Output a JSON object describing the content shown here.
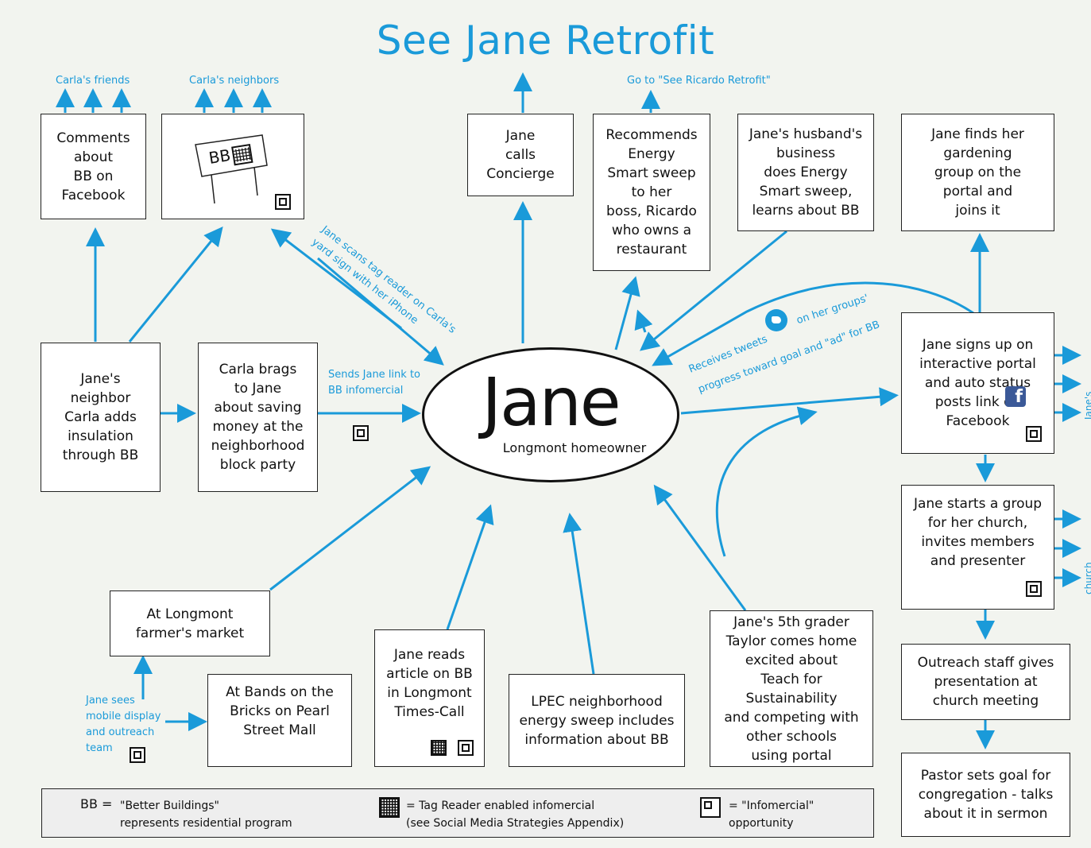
{
  "title": "See Jane Retrofit",
  "center": {
    "name": "Jane",
    "subtitle": "Longmont homeowner"
  },
  "boxes": {
    "comments_facebook": "Comments\nabout\nBB on\nFacebook",
    "jane_calls": "Jane\ncalls\nConcierge",
    "recommends": "Recommends\nEnergy\nSmart sweep\nto her\nboss, Ricardo\nwho owns a\nrestaurant",
    "husband": "Jane's husband's\nbusiness\ndoes Energy\nSmart sweep,\nlearns about BB",
    "gardening": "Jane finds her\ngardening\ngroup on the\nportal and\njoins it",
    "carla_adds": "Jane's\nneighbor\nCarla adds\ninsulation\nthrough BB",
    "carla_brags": "Carla brags\nto Jane\nabout saving\nmoney at the\nneighborhood\nblock party",
    "signs_up": "Jane signs up on\ninteractive portal\nand auto status\nposts link on \nFacebook",
    "church_group": "Jane starts a group\nfor her church,\ninvites members\nand presenter",
    "outreach_staff": "Outreach staff gives\npresentation at\nchurch meeting",
    "pastor": "Pastor sets goal for\ncongregation - talks\nabout it in sermon",
    "farmers_market": "At Longmont\nfarmer's market",
    "bands_bricks": "At Bands on the\nBricks on Pearl\nStreet Mall",
    "reads_article": "Jane reads\narticle on BB\nin Longmont\nTimes-Call",
    "lpec": "LPEC neighborhood\nenergy sweep includes\ninformation about BB",
    "fifth_grader": "Jane's 5th grader\nTaylor comes home\nexcited about\nTeach for Sustainability\nand competing with\nother schools\nusing portal",
    "yard_sign_text": "BB"
  },
  "labels": {
    "carlas_friends": "Carla's friends",
    "carlas_neighbors": "Carla's neighbors",
    "go_to_ricardo": "Go to \"See Ricardo Retrofit\"",
    "jane_scans": "Jane scans tag reader on Carla's\nyard sign with her iPhone",
    "sends_link": "Sends Jane link to\nBB infomercial",
    "receives_tweets_1": "Receives tweets",
    "receives_tweets_2": "on her groups'",
    "receives_tweets_3": "progress toward goal and \"ad\" for BB",
    "janes_friends": "Jane's friends",
    "church_members": "church members",
    "jane_sees": "Jane sees\nmobile display\nand outreach\nteam"
  },
  "legend": {
    "bb_key": "BB = ",
    "bb_def": "\"Better Buildings\"\n        represents residential program",
    "tag_def": "= Tag Reader enabled infomercial\n   (see Social Media Strategies Appendix)",
    "info_def": "= \"Infomercial\"\n      opportunity"
  },
  "icons": [
    "facebook-icon",
    "twitter-icon",
    "infomercial-icon",
    "tag-reader-icon"
  ],
  "colors": {
    "accent": "#1a9ad9",
    "facebook": "#3b5998",
    "background": "#f2f4ef"
  }
}
